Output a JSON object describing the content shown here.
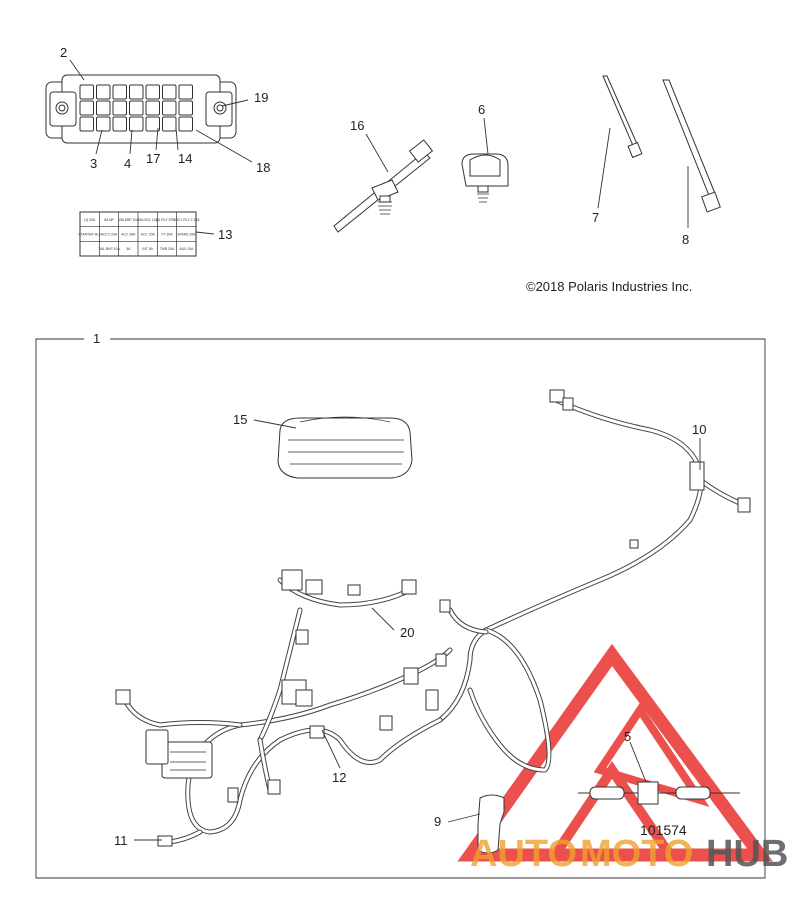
{
  "callouts": {
    "c1": "1",
    "c2": "2",
    "c3": "3",
    "c4": "4",
    "c5": "5",
    "c6": "6",
    "c7": "7",
    "c8": "8",
    "c9": "9",
    "c10": "10",
    "c11": "11",
    "c12": "12",
    "c13": "13",
    "c14": "14",
    "c15": "15",
    "c16": "16",
    "c17": "17",
    "c18": "18",
    "c19": "19",
    "c20": "20"
  },
  "copyright": "©2018 Polaris Industries Inc.",
  "part_number": "101574",
  "watermark": {
    "part1": "AUTO",
    "part2": "MOTO",
    "part3": "HUB",
    "color_red": "#e8322f",
    "color_orange": "#f0a030",
    "color_gray": "#555555"
  },
  "label_table": {
    "rows": [
      [
        "(1) 30A",
        "5A NP",
        "15A EBP 10A",
        "15A SOL 10A",
        "(2) RLY SPT 1",
        "ACCY RLY 2 30A"
      ],
      [
        "STARTER RLY",
        "ACCY 20A",
        "ACC 30A",
        "ACC 20A",
        "FT 20A",
        "SPARE 20A"
      ],
      [
        "",
        "TAIL BKP 10A",
        "3A",
        "INT 5A",
        "TMR 20A",
        "AUX 20A"
      ]
    ]
  }
}
